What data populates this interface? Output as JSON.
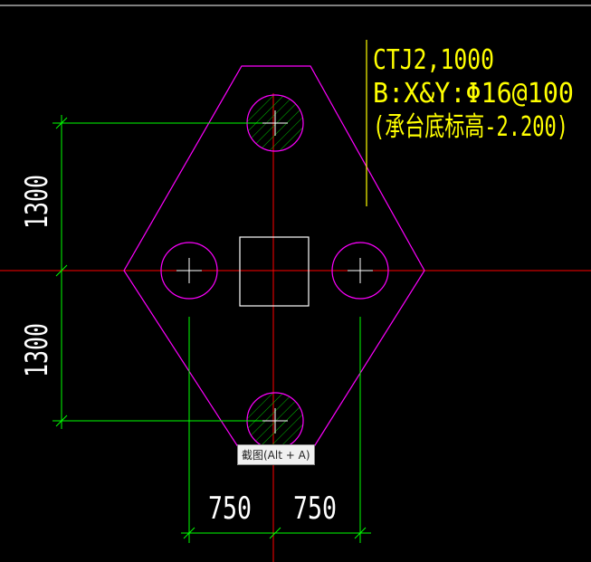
{
  "annotation": {
    "line1": "CTJ2,1000",
    "line2": "B:X&Y:Φ16@100",
    "line3": "(承台底标高-2.200)"
  },
  "dimensions": {
    "vertical_upper": "1300",
    "vertical_lower": "1300",
    "horizontal_left": "750",
    "horizontal_right": "750"
  },
  "tooltip": {
    "label": "截图(Alt + A)"
  },
  "colors": {
    "background": "#000000",
    "outline": "#ff00ff",
    "axis": "#ff0000",
    "dimension": "#00ff00",
    "text": "#ffff00",
    "column": "#ffffff",
    "hatch": "#00c000"
  }
}
